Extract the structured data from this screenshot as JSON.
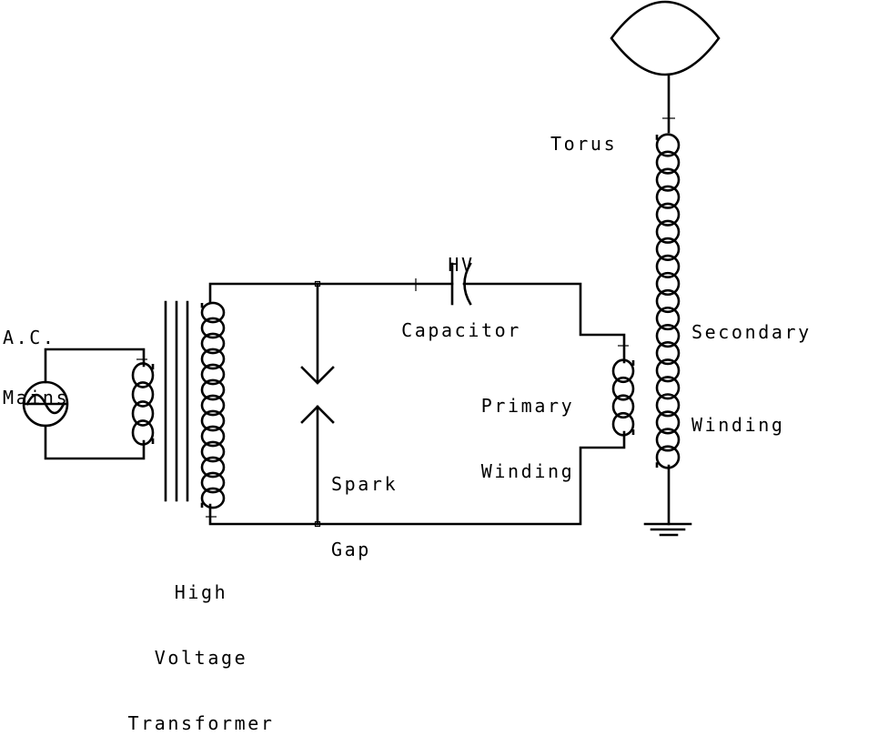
{
  "labels": {
    "torus": "Torus",
    "hv_capacitor": [
      "HV",
      "Capacitor"
    ],
    "secondary_winding": [
      "Secondary",
      "Winding"
    ],
    "ac_mains": [
      "A.C.",
      "Mains"
    ],
    "primary_winding": [
      "Primary",
      "Winding"
    ],
    "spark_gap": [
      "Spark",
      "Gap"
    ],
    "high_voltage_transformer": [
      "High",
      "Voltage",
      "Transformer"
    ]
  },
  "colors": {
    "line": "#000000",
    "background": "#ffffff"
  }
}
